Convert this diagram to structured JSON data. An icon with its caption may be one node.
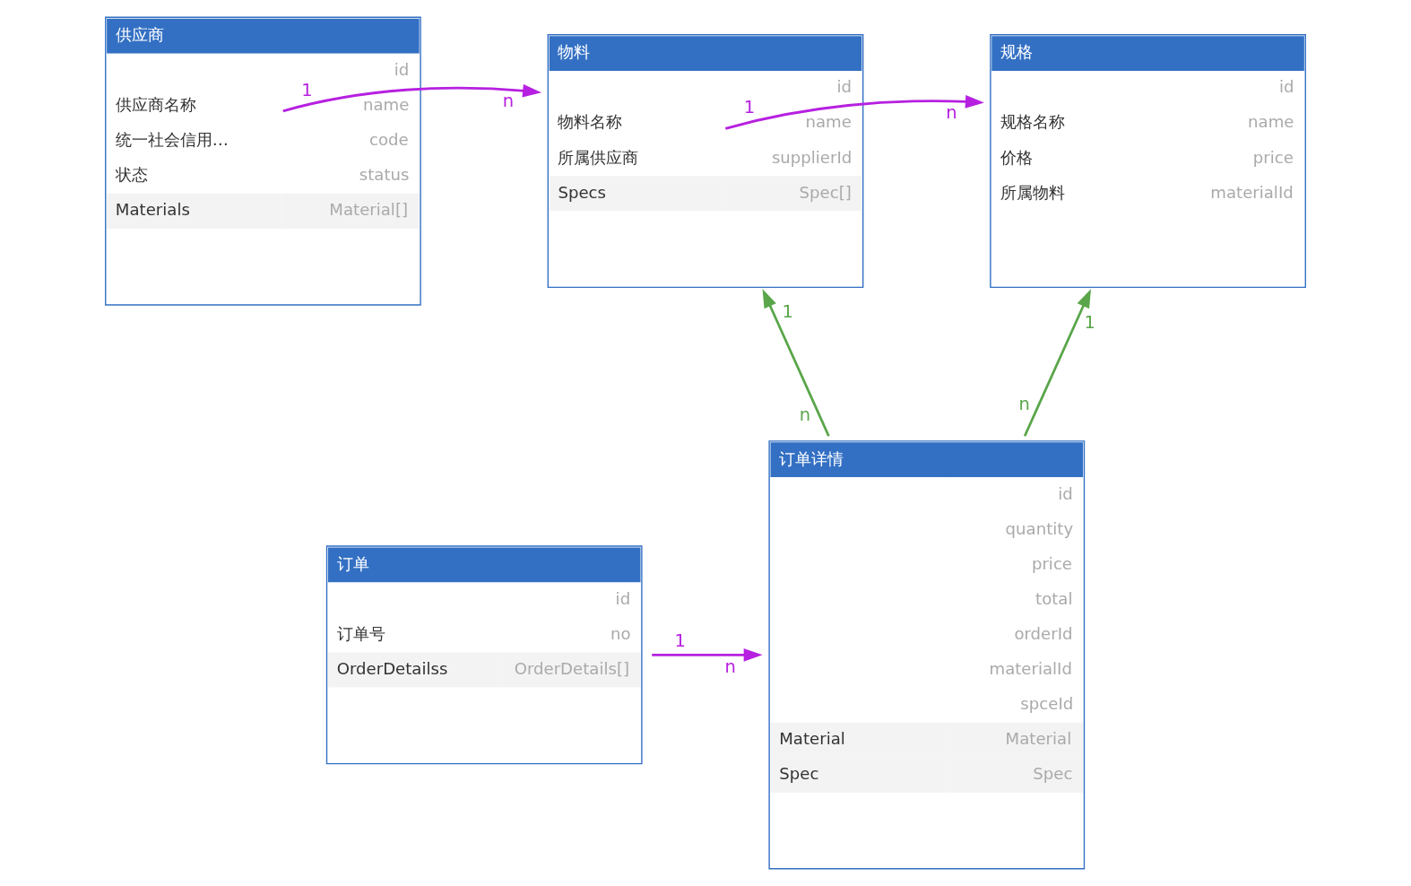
{
  "diagram": {
    "nodes": [
      {
        "text": [
          "供应商",
          "id",
          "供应商名称",
          "name",
          "统一社会信用…",
          "code",
          "状态",
          "status",
          "Materials",
          "Material[]"
        ]
      },
      {
        "text": [
          "物料",
          "id",
          "物料名称",
          "name",
          "所属供应商",
          "supplierId",
          "Specs",
          "Spec[]"
        ]
      },
      {
        "text": [
          "规格",
          "id",
          "规格名称",
          "name",
          "价格",
          "price",
          "所属物料",
          "materialId"
        ]
      },
      {
        "text": [
          "订单",
          "id",
          "订单号",
          "no",
          "OrderDetailss",
          "OrderDetails[]"
        ]
      },
      {
        "text": [
          "订单详情",
          "id",
          "quantity",
          "price",
          "total",
          "orderId",
          "materialId",
          "spceId",
          "Material",
          "Material",
          "Spec",
          "Spec"
        ]
      }
    ],
    "edges": [
      {
        "from": 0,
        "to": 1,
        "arrow": "to"
      },
      {
        "from": 1,
        "to": 2,
        "arrow": "to"
      },
      {
        "from": 4,
        "to": 1,
        "arrow": "to",
        "color": "#5aa64a"
      },
      {
        "from": 4,
        "to": 2,
        "arrow": "to",
        "color": "#5aa64a"
      },
      {
        "from": 3,
        "to": 4,
        "arrow": "to"
      }
    ],
    "labels": [
      "1",
      "n",
      "1",
      "n",
      "1",
      "1",
      "n",
      "n",
      "1",
      "n"
    ]
  }
}
